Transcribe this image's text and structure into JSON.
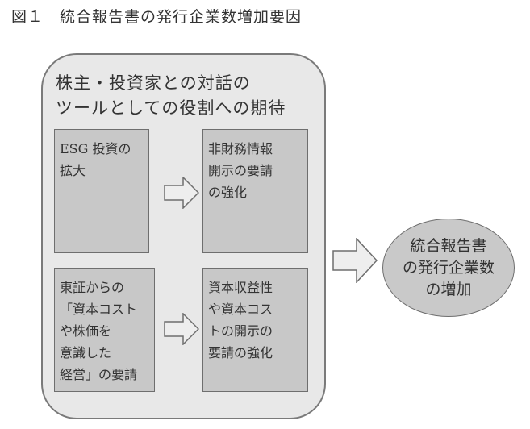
{
  "figure_title": "図１　統合報告書の発行企業数増加要因",
  "outer_group": {
    "title_lines": [
      "株主・投資家との対話の",
      "ツールとしての役割への期待"
    ]
  },
  "boxes": {
    "esg": {
      "lines": [
        "ESG 投資の",
        "拡大"
      ]
    },
    "nonfinancial": {
      "lines": [
        "非財務情報",
        "開示の要請",
        "の強化"
      ]
    },
    "tse": {
      "lines": [
        "東証からの",
        "「資本コスト",
        "や株価を",
        "意識した",
        "経営」の要請"
      ]
    },
    "capital": {
      "lines": [
        "資本収益性",
        "や資本コス",
        "トの開示の",
        "要請の強化"
      ]
    }
  },
  "result": {
    "lines": [
      "統合報告書",
      "の発行企業数",
      "の増加"
    ]
  },
  "colors": {
    "outer_fill": "#e8e8e8",
    "box_fill": "#c8c8c8",
    "arrow_fill": "#eeeeee",
    "stroke": "#6e6e6e"
  },
  "icons": {
    "arrow": "hollow-right-arrow"
  }
}
